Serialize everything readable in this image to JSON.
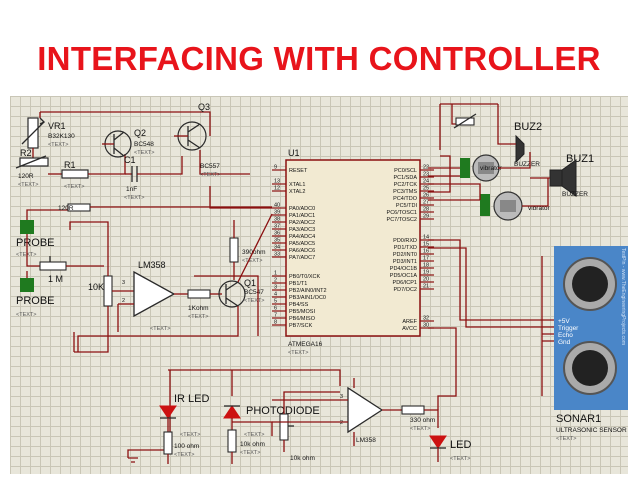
{
  "title": "INTERFACING WITH CONTROLLER",
  "colors": {
    "title": "#e8141b",
    "wire": "#8b1010",
    "sheet": "#e8e6da",
    "grid": "#c9c6b6",
    "terminal": "#1f7a1f"
  },
  "components": {
    "vr1": {
      "ref": "VR1",
      "value": "B32K130"
    },
    "r2": {
      "ref": "R2",
      "value": "120R"
    },
    "r1": {
      "ref": "R1"
    },
    "c1": {
      "ref": "C1",
      "value": "1nF"
    },
    "q2": {
      "ref": "Q2",
      "value": "BC548"
    },
    "q3": {
      "ref": "Q3",
      "value": "BC557"
    },
    "u1": {
      "ref": "U1",
      "part": "ATMEGA16"
    },
    "buz2": {
      "ref": "BUZ2",
      "value": "BUZZER"
    },
    "buz1": {
      "ref": "BUZ1",
      "value": "BUZZER"
    },
    "vib1": {
      "value": "vibrator"
    },
    "vib2": {
      "value": "vibrator"
    },
    "probe1": {
      "ref": "PROBE"
    },
    "probe2": {
      "ref": "PROBE"
    },
    "rtop": {
      "value": "120R"
    },
    "r1m": {
      "value": "1 M"
    },
    "r10k": {
      "value": "10K"
    },
    "lm358a": {
      "ref": "LM358"
    },
    "r1kohm": {
      "value": "1Kohm"
    },
    "r390": {
      "value": "390ohm"
    },
    "q1": {
      "ref": "Q1",
      "value": "BC547"
    },
    "irled": {
      "ref": "IR LED"
    },
    "photodiode": {
      "ref": "PHOTODIODE"
    },
    "r100": {
      "value": "100 ohm"
    },
    "r10k2": {
      "value": "10k ohm"
    },
    "r10k3": {
      "value": "10k ohm"
    },
    "lm358b": {
      "ref": "LM358"
    },
    "r330": {
      "value": "330 ohm"
    },
    "led": {
      "ref": "LED"
    },
    "sonar": {
      "ref": "SONAR1",
      "value": "ULTRASONIC SENSOR",
      "pins": [
        "+5V",
        "Trigger",
        "Echo",
        "Gnd"
      ],
      "watermark": "TestPin - www.TheEngineeringProjects.com"
    }
  },
  "hidden_text": "<TEXT>",
  "mcu": {
    "left_pins": [
      {
        "num": "9",
        "name": "RESET"
      },
      {
        "num": "13",
        "name": "XTAL1"
      },
      {
        "num": "12",
        "name": "XTAL2"
      },
      {
        "num": "40",
        "name": "PA0/ADC0"
      },
      {
        "num": "39",
        "name": "PA1/ADC1"
      },
      {
        "num": "38",
        "name": "PA2/ADC2"
      },
      {
        "num": "37",
        "name": "PA3/ADC3"
      },
      {
        "num": "36",
        "name": "PA4/ADC4"
      },
      {
        "num": "35",
        "name": "PA5/ADC5"
      },
      {
        "num": "34",
        "name": "PA6/ADC6"
      },
      {
        "num": "33",
        "name": "PA7/ADC7"
      },
      {
        "num": "1",
        "name": "PB0/T0/XCK"
      },
      {
        "num": "2",
        "name": "PB1/T1"
      },
      {
        "num": "3",
        "name": "PB2/AIN0/INT2"
      },
      {
        "num": "4",
        "name": "PB3/AIN1/OC0"
      },
      {
        "num": "5",
        "name": "PB4/SS"
      },
      {
        "num": "6",
        "name": "PB5/MOSI"
      },
      {
        "num": "7",
        "name": "PB6/MISO"
      },
      {
        "num": "8",
        "name": "PB7/SCK"
      }
    ],
    "right_pins": [
      {
        "num": "22",
        "name": "PC0/SCL"
      },
      {
        "num": "23",
        "name": "PC1/SDA"
      },
      {
        "num": "24",
        "name": "PC2/TCK"
      },
      {
        "num": "25",
        "name": "PC3/TMS"
      },
      {
        "num": "26",
        "name": "PC4/TDO"
      },
      {
        "num": "27",
        "name": "PC5/TDI"
      },
      {
        "num": "28",
        "name": "PC6/TOSC1"
      },
      {
        "num": "29",
        "name": "PC7/TOSC2"
      },
      {
        "num": "14",
        "name": "PD0/RXD"
      },
      {
        "num": "15",
        "name": "PD1/TXD"
      },
      {
        "num": "16",
        "name": "PD2/INT0"
      },
      {
        "num": "17",
        "name": "PD3/INT1"
      },
      {
        "num": "18",
        "name": "PD4/OC1B"
      },
      {
        "num": "19",
        "name": "PD5/OC1A"
      },
      {
        "num": "20",
        "name": "PD6/ICP1"
      },
      {
        "num": "21",
        "name": "PD7/OC2"
      },
      {
        "num": "32",
        "name": "AREF"
      },
      {
        "num": "30",
        "name": "AVCC"
      }
    ]
  }
}
